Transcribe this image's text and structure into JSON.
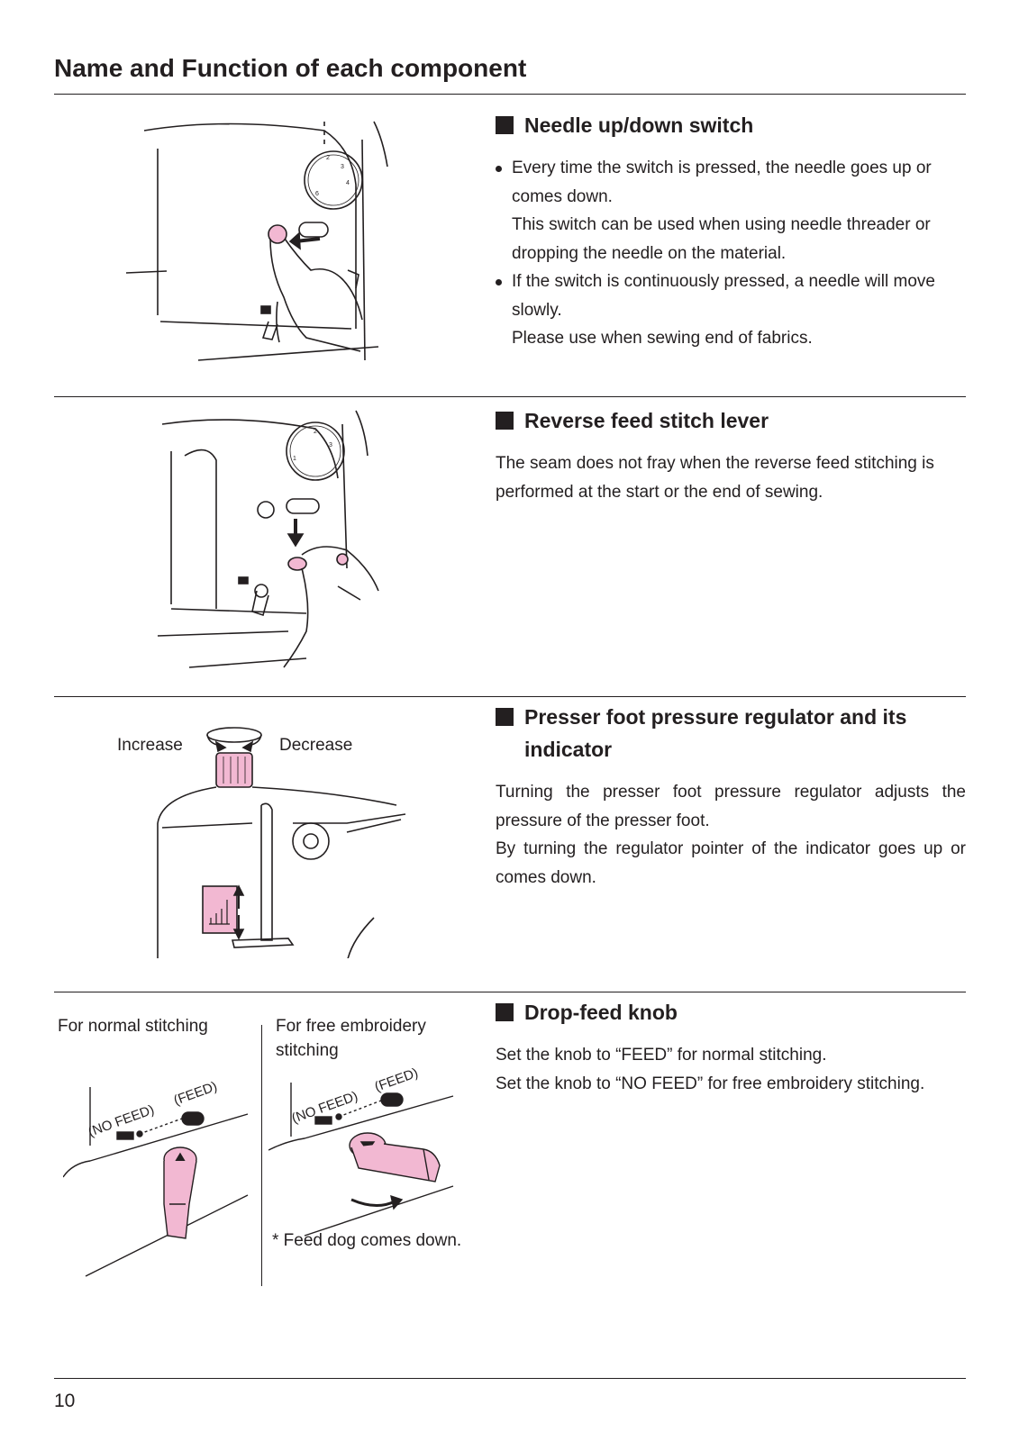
{
  "page_title": "Name and Function of each component",
  "sections": [
    {
      "heading": "Needle up/down switch",
      "bullets": [
        {
          "paragraphs": [
            "Every time the switch is pressed, the needle goes up or comes down.",
            "This switch can be used when using needle threader or dropping the needle on the material."
          ]
        },
        {
          "paragraphs": [
            "If the switch is continuously pressed, a needle will move slowly.",
            "Please use when sewing end of fabrics."
          ]
        }
      ]
    },
    {
      "heading": "Reverse feed stitch lever",
      "body": "The seam does not fray when the reverse feed stitching is performed at the start or the end of sewing."
    },
    {
      "heading": "Presser foot pressure regulator and its indicator",
      "paragraphs": [
        "Turning the presser foot pressure regulator adjusts the pressure of the presser foot.",
        "By turning the regulator pointer of the indicator goes up or comes down."
      ],
      "figure_labels": {
        "increase": "Increase",
        "decrease": "Decrease"
      }
    },
    {
      "heading": "Drop-feed knob",
      "paragraphs": [
        "Set the knob to “FEED” for normal stitching.",
        "Set the knob to “NO FEED” for free embroidery stitching."
      ],
      "figure_labels": {
        "normal_caption": "For normal stitching",
        "free_caption": "For free embroidery stitching",
        "no_feed": "(NO FEED)",
        "feed": "(FEED)",
        "footnote": "* Feed dog comes down."
      }
    }
  ],
  "page_number": "10",
  "colors": {
    "text": "#231f20",
    "accent_pink": "#f2b8d2",
    "line": "#231f20"
  }
}
